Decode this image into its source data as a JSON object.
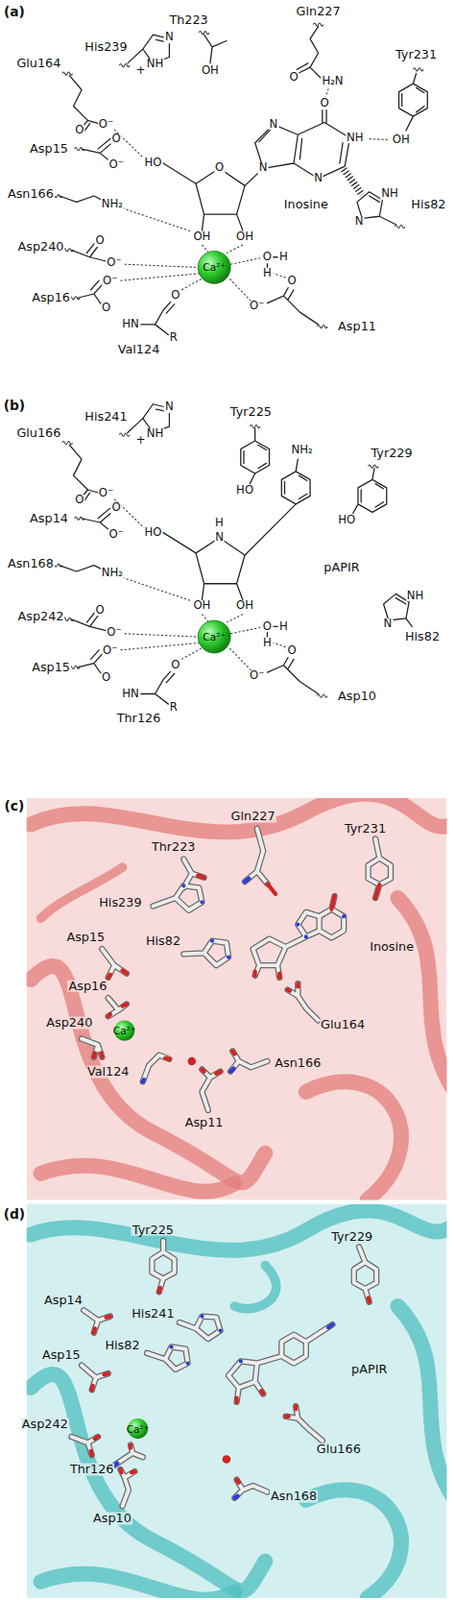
{
  "diagram": {
    "labels": [
      "(a)",
      "Glu164",
      "His239",
      "Th223",
      "Gln227",
      "Tyr231",
      "Asp15",
      "Inosine",
      "Asn166",
      "His82",
      "Asp240",
      "Asp16",
      "Val124",
      "Asp11",
      "Ca²⁺",
      "O",
      "O⁻",
      "N",
      "NH",
      "+",
      "OH",
      "H₂N",
      "O",
      "OH",
      "N",
      "N",
      "N",
      "NH",
      "O",
      "O",
      "HO",
      "OH",
      "OH",
      "NH",
      "N",
      "O",
      "O⁻",
      "NH₂",
      "O",
      "O⁻",
      "O⁻",
      "O",
      "HN",
      "R",
      "O",
      "O",
      "H",
      "H",
      "O⁻",
      "O",
      "(b)",
      "Glu166",
      "His241",
      "Tyr225",
      "Tyr229",
      "Asp14",
      "pAPIR",
      "Asn168",
      "His82",
      "Asp242",
      "Asp15",
      "Thr126",
      "Asp10",
      "Ca²⁺",
      "O",
      "O⁻",
      "N",
      "NH",
      "+",
      "HO",
      "HO",
      "NH₂",
      "H",
      "N",
      "HO",
      "OH",
      "OH",
      "NH",
      "N",
      "O",
      "O⁻",
      "NH₂",
      "O",
      "O⁻",
      "O⁻",
      "O",
      "HN",
      "R",
      "O",
      "O",
      "H",
      "H",
      "O⁻",
      "O",
      "(c)",
      "Gln227",
      "Tyr231",
      "Thr223",
      "His239",
      "Asp15",
      "His82",
      "Inosine",
      "Asp16",
      "Asp240",
      "Ca²⁺",
      "Glu164",
      "Asn166",
      "Val124",
      "Asp11",
      "(d)",
      "Tyr225",
      "Tyr229",
      "Asp14",
      "His241",
      "His82",
      "Asp15",
      "pAPIR",
      "Asp242",
      "Ca²⁺",
      "Glu166",
      "Thr126",
      "Asn168",
      "Asp10"
    ]
  }
}
